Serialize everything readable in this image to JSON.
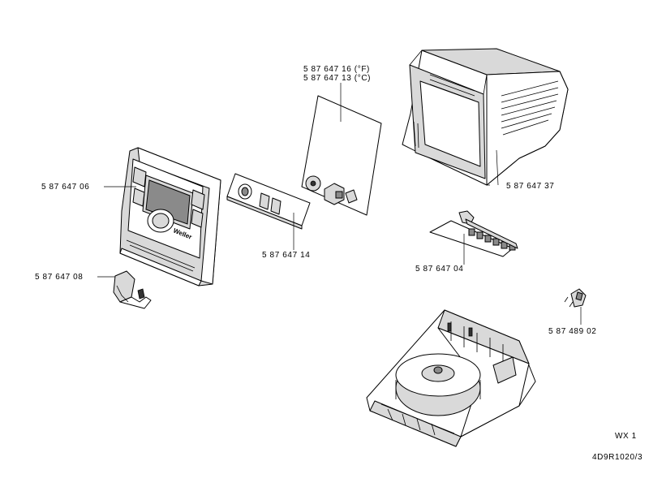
{
  "labels": {
    "housing_cover": "5 87 647 37",
    "front_panel": "5 87 647 06",
    "label_foil_f": "5 87 647 16 (°F)",
    "label_foil_c": "5 87 647 13 (°C)",
    "switch_board": "5 87 647 14",
    "pcb": "5 87 647 04",
    "stand_holder": "5 87 647 08",
    "plug": "5 87 489 02"
  },
  "footer": {
    "model": "WX 1",
    "drawing_no": "4D9R1020/3"
  },
  "logo": {
    "brand": "Weller"
  }
}
